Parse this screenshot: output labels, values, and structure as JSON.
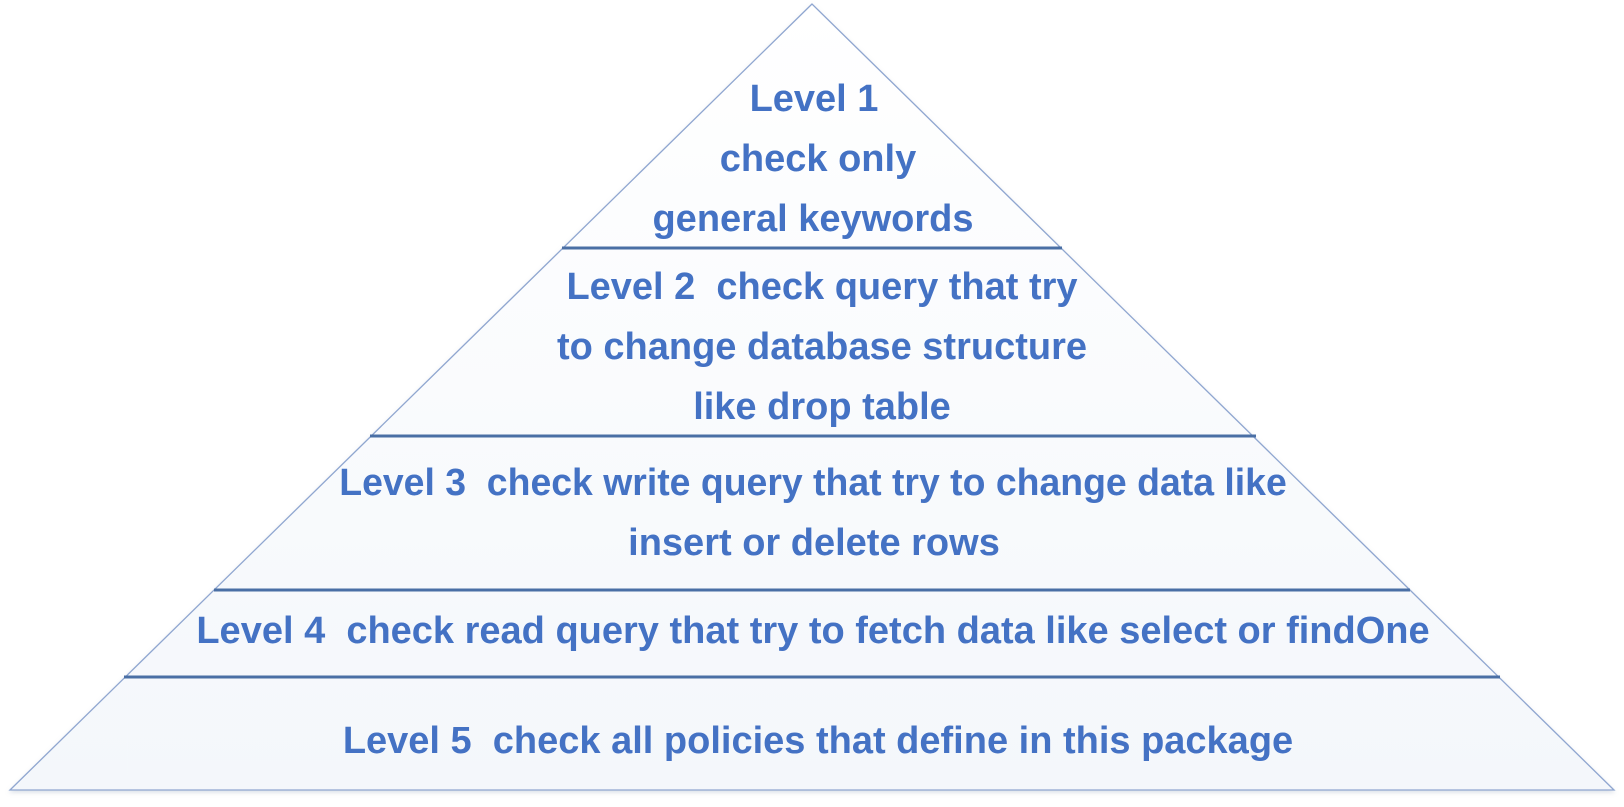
{
  "pyramid": {
    "levels": [
      {
        "lines": [
          "Level 1",
          "check only",
          "general keywords"
        ]
      },
      {
        "lines": [
          "Level 2  check query that try",
          "to change database structure",
          "like drop table"
        ]
      },
      {
        "lines": [
          "Level 3  check write query that try to change data like",
          "insert or delete rows"
        ]
      },
      {
        "lines": [
          "Level 4  check read query that try to fetch data like select or findOne"
        ]
      },
      {
        "lines": [
          "Level 5  check all policies that define in this package"
        ]
      }
    ]
  },
  "colors": {
    "text": "#4472C4",
    "divider": "#4A6FA5",
    "outline": "#8FA6D0",
    "fill_top": "#FFFFFF",
    "fill_bottom": "#F4F7FB"
  }
}
